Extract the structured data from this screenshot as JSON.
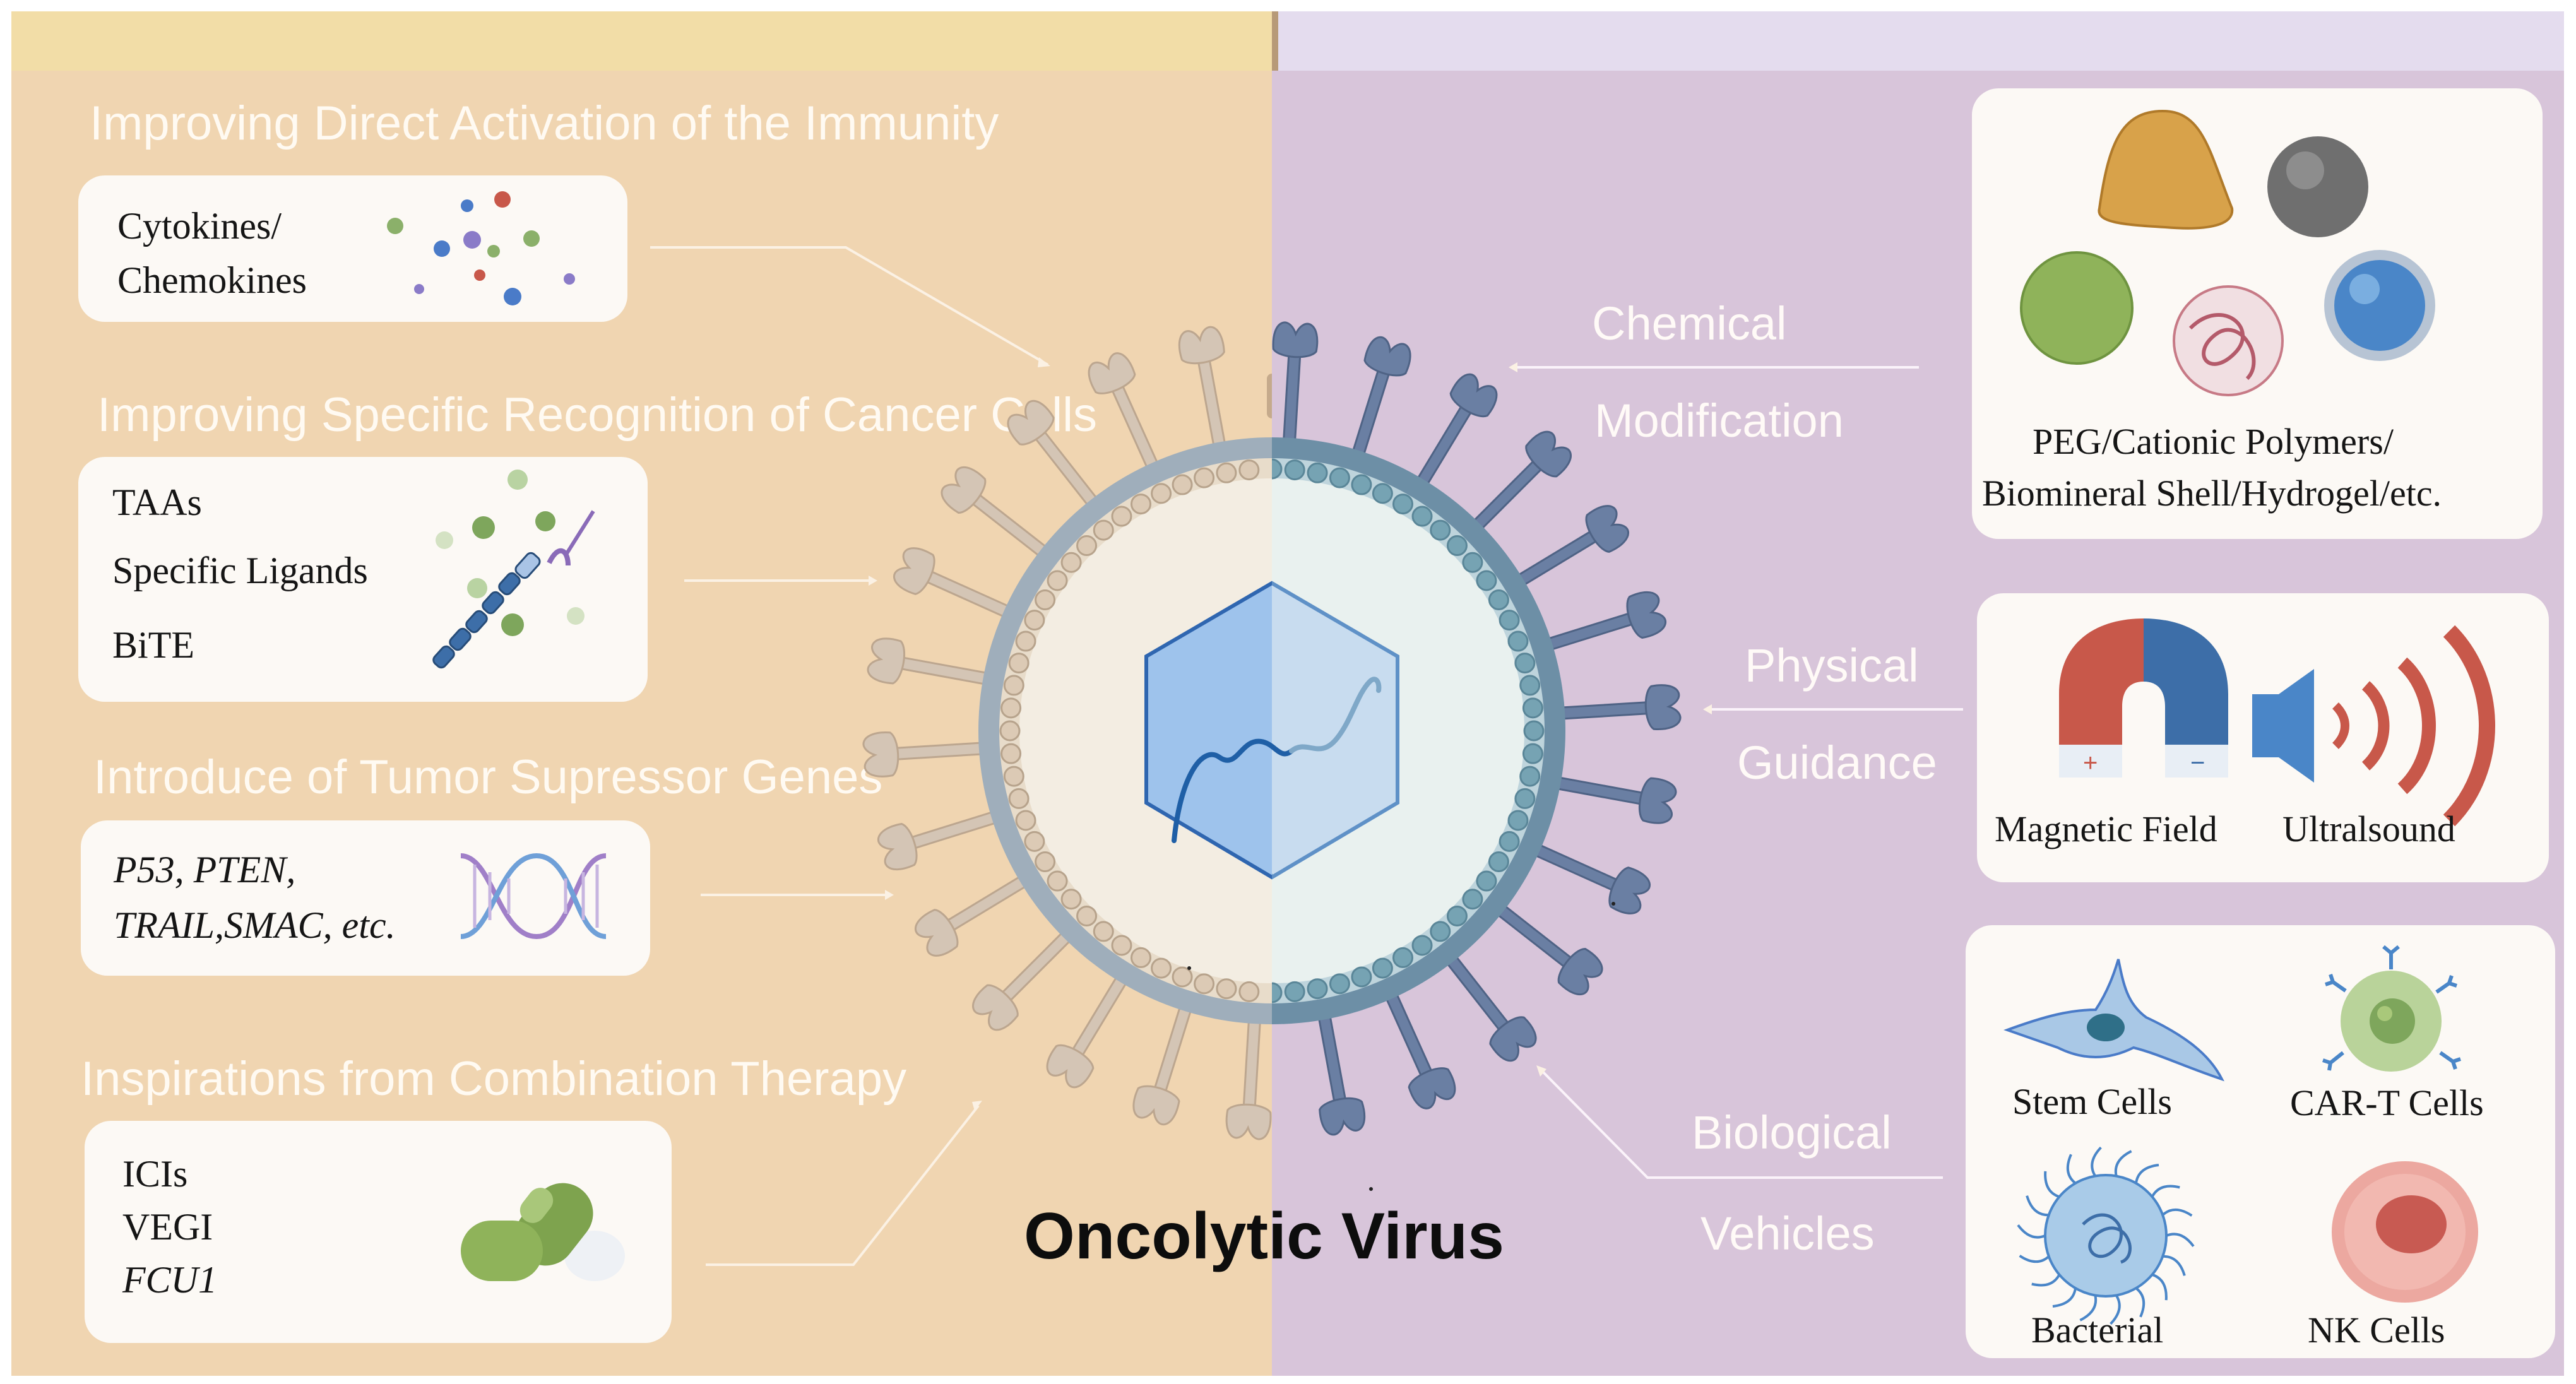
{
  "title": "Oncolytic Virus",
  "left": {
    "sections": [
      {
        "heading": "Improving Direct Activation of the Immunity",
        "items": [
          "Cytokines/",
          "Chemokines"
        ]
      },
      {
        "heading": "Improving Specific  Recognition of Cancer Cells",
        "items": [
          "TAAs",
          "Specific Ligands",
          "BiTE"
        ]
      },
      {
        "heading": "Introduce of Tumor Supressor Genes",
        "items": [
          "P53, PTEN,",
          "TRAIL,SMAC, etc."
        ]
      },
      {
        "heading": "Inspirations from Combination Therapy",
        "items": [
          "ICIs",
          "VEGI",
          "FCU1"
        ]
      }
    ]
  },
  "right": {
    "chemical": {
      "label_line1": "Chemical",
      "label_line2": "Modification",
      "caption_line1": "PEG/Cationic Polymers/",
      "caption_line2": "Biomineral Shell/Hydrogel/etc."
    },
    "physical": {
      "label_line1": "Physical",
      "label_line2": "Guidance",
      "items": [
        "Magnetic Field",
        "Ultralsound"
      ]
    },
    "biological": {
      "label_line1": "Biological",
      "label_line2": "Vehicles",
      "items": [
        "Stem Cells",
        "CAR-T Cells",
        "Bacterial",
        "NK Cells"
      ]
    }
  },
  "colors": {
    "left_background": "#f0d5b1",
    "right_background": "#d8c5da",
    "left_header": "#f2dda7",
    "right_header": "#e4dcee",
    "virus_membrane": "#8fa5b8",
    "capsid": "#a9c8ec"
  }
}
